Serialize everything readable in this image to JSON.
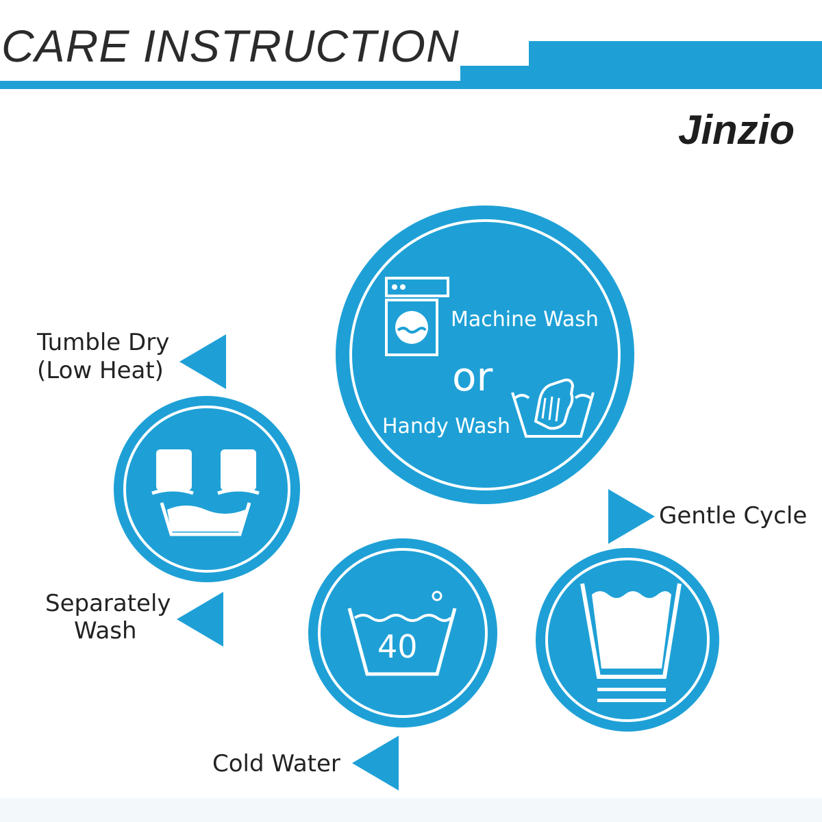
{
  "header": {
    "title": "CARE INSTRUCTION"
  },
  "brand": "Jinzio",
  "colors": {
    "accent": "#1ea0d6",
    "text": "#222222"
  },
  "main_symbol": {
    "machine_wash": "Machine Wash",
    "or": "or",
    "handy_wash": "Handy Wash"
  },
  "symbols": {
    "separately_wash_number": "",
    "temperature": "40"
  },
  "labels": {
    "tumble_dry_line1": "Tumble Dry",
    "tumble_dry_line2": "(Low Heat)",
    "gentle_cycle": "Gentle Cycle",
    "separately_line1": "Separately",
    "separately_line2": "Wash",
    "cold_water": "Cold Water"
  },
  "icons": [
    "washing-machine-icon",
    "hand-wash-basin-icon",
    "separate-wash-icon",
    "wash-40-icon",
    "gentle-cycle-icon",
    "pointer-triangle-icon"
  ]
}
